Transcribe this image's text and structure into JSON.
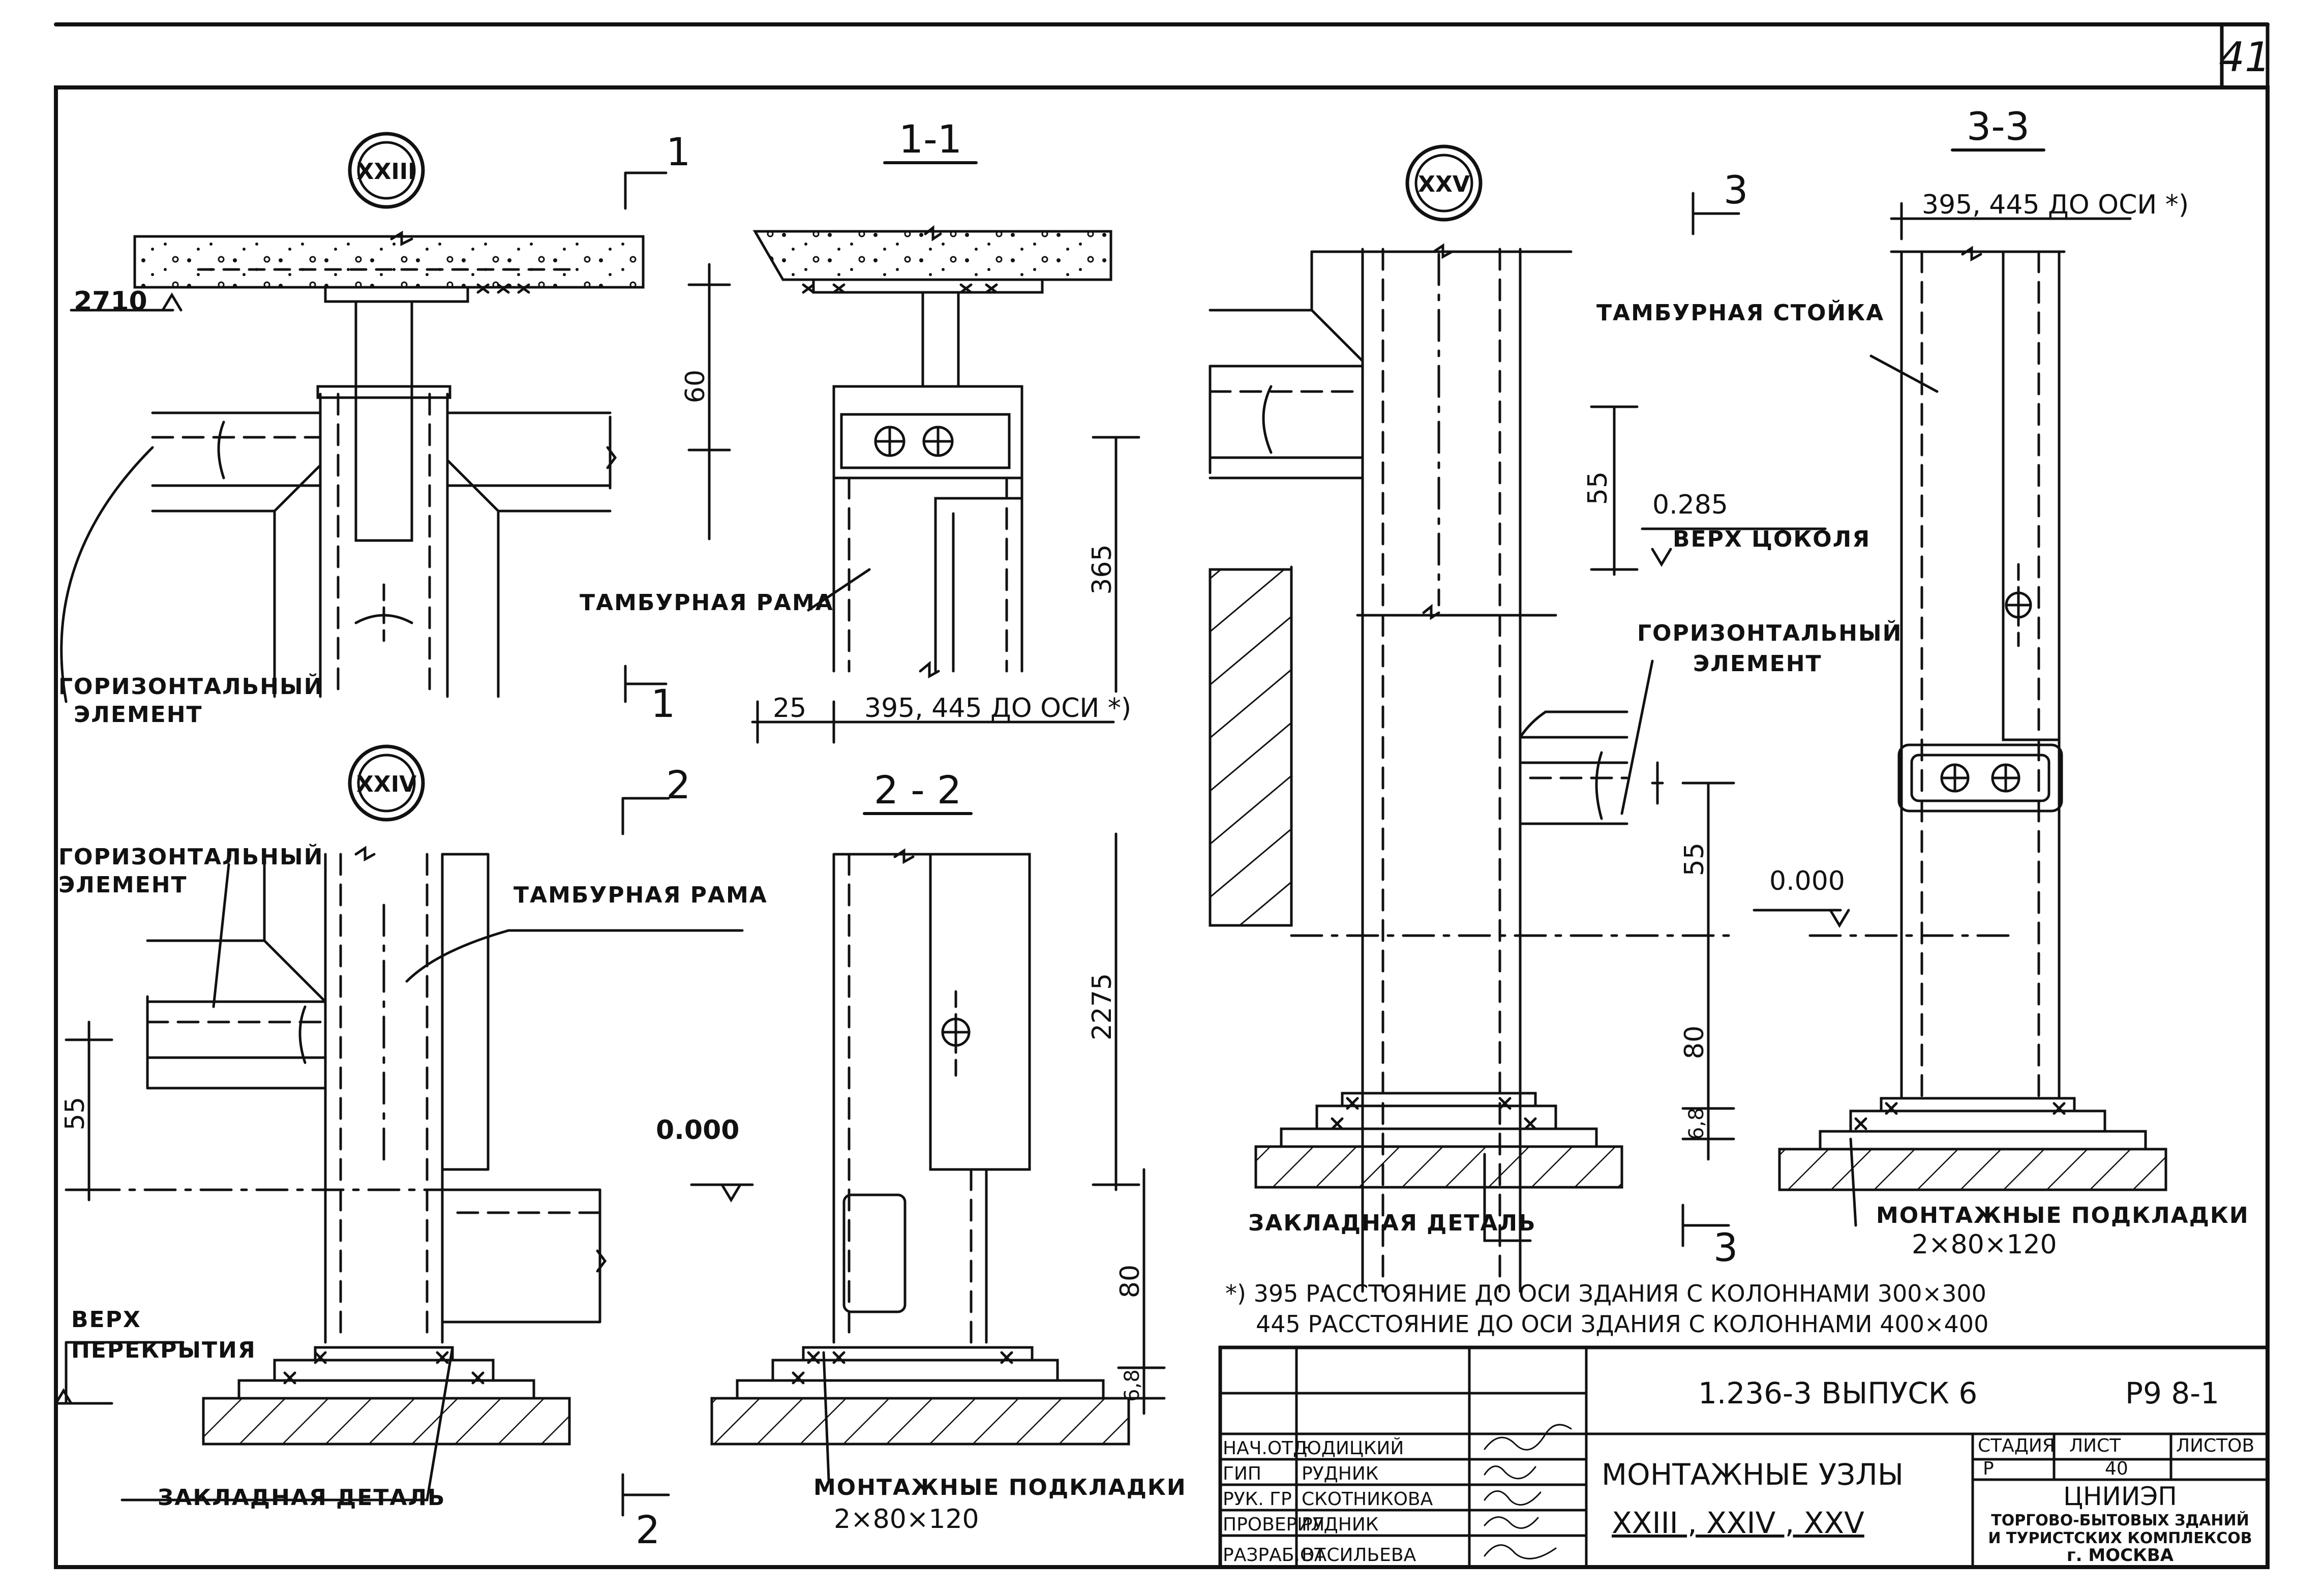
{
  "sheet_number": "41",
  "nodes": {
    "xxiii": "XXIII",
    "xxiv": "XXIV",
    "xxv": "XXV"
  },
  "sections": {
    "s1_title": "1-1",
    "s2_title": "2 - 2",
    "s3_title": "3-3",
    "cut1": "1",
    "cut2": "2",
    "cut3": "3"
  },
  "labels": {
    "horizontal_element_1": "ГОРИЗОНТАЛЬНЫЙ",
    "horizontal_element_2": "ЭЛЕМЕНТ",
    "tambour_frame": "ТАМБУРНАЯ РАМА",
    "tambour_post": "ТАМБУРНАЯ СТОЙКА",
    "embedded_part": "ЗАКЛАДНАЯ ДЕТАЛЬ",
    "mount_pads": "МОНТАЖНЫЕ ПОДКЛАДКИ",
    "mount_pads_size": "2×80×120",
    "floor_top_1": "ВЕРХ",
    "floor_top_2": "ПЕРЕКРЫТИЯ",
    "plinth_top": "ВЕРХ ЦОКОЛЯ"
  },
  "dimensions": {
    "elev_2710": "2710",
    "d60": "60",
    "d365": "365",
    "d25": "25",
    "dist_axis": "395, 445 ДО ОСИ *)",
    "d55a": "55",
    "d2275": "2275",
    "d80a": "80",
    "d6_8a": "6,8",
    "d55b": "55",
    "d55c": "55",
    "d80b": "80",
    "d6_8b": "6,8",
    "elev_0285": "0.285",
    "elev_0000a": "0.000",
    "elev_0000b": "0.000"
  },
  "notes": {
    "n1": "*) 395  РАССТОЯНИЕ  ДО  ОСИ   ЗДАНИЯ   С  КОЛОННАМИ  300×300",
    "n2": "445  РАССТОЯНИЕ  ДО  ОСИ   ЗДАНИЯ   С  КОЛОННАМИ  400×400"
  },
  "title_block": {
    "code": "1.236-3   ВЫПУСК 6",
    "sheet_code": "Р9 8-1",
    "title_line1": "МОНТАЖНЫЕ    УЗЛЫ",
    "title_line2": "XXIII ,  XXIV ,  XXV",
    "stage_h": "СТАДИЯ",
    "sheet_h": "ЛИСТ",
    "sheets_h": "ЛИСТОВ",
    "stage_v": "Р",
    "sheet_v": "40",
    "org1": "ЦНИИЭП",
    "org2": "ТОРГОВО-БЫТОВЫХ ЗДАНИЙ",
    "org3": "И ТУРИСТСКИХ КОМПЛЕКСОВ",
    "org4": "г. МОСКВА",
    "roles": [
      "НАЧ.ОТД",
      "ГИП",
      "РУК. ГР",
      "ПРОВЕРИЛ",
      "РАЗРАБ.ОТ"
    ],
    "names": [
      "ЮДИЦКИЙ",
      "РУДНИК",
      "СКОТНИКОВА",
      "РУДНИК",
      "ВАСИЛЬЕВА"
    ]
  }
}
